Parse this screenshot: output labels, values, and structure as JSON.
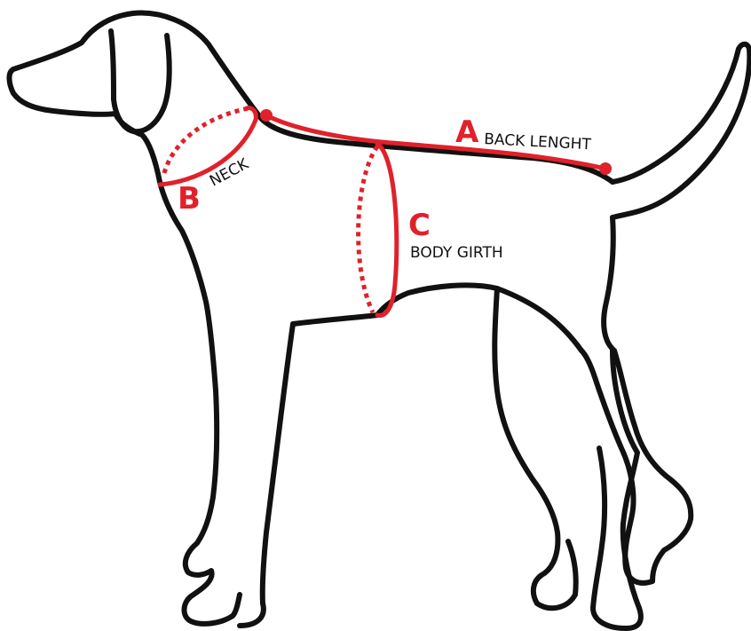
{
  "colors": {
    "measurement": "#e0212b",
    "outline": "#111111",
    "background": "#ffffff"
  },
  "measurements": {
    "a": {
      "letter": "A",
      "label": "BACK  LENGHT"
    },
    "b": {
      "letter": "B",
      "label": "NECK"
    },
    "c": {
      "letter": "C",
      "label": "BODY GIRTH"
    }
  }
}
